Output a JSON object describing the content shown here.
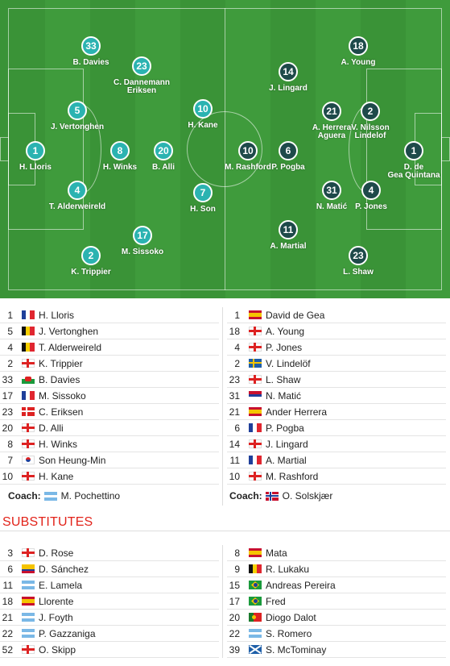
{
  "home": {
    "flag_note": "",
    "coach_label": "Coach:",
    "coach_name": "M. Pochettino",
    "coach_flag": "argentina",
    "players": [
      {
        "num": "1",
        "name": "H. Lloris",
        "flag": "france"
      },
      {
        "num": "5",
        "name": "J. Vertonghen",
        "flag": "belgium"
      },
      {
        "num": "4",
        "name": "T. Alderweireld",
        "flag": "belgium"
      },
      {
        "num": "2",
        "name": "K. Trippier",
        "flag": "england"
      },
      {
        "num": "33",
        "name": "B. Davies",
        "flag": "wales"
      },
      {
        "num": "17",
        "name": "M. Sissoko",
        "flag": "france"
      },
      {
        "num": "23",
        "name": "C. Eriksen",
        "flag": "denmark"
      },
      {
        "num": "20",
        "name": "D. Alli",
        "flag": "england"
      },
      {
        "num": "8",
        "name": "H. Winks",
        "flag": "england"
      },
      {
        "num": "7",
        "name": "Son Heung-Min",
        "flag": "korea"
      },
      {
        "num": "10",
        "name": "H. Kane",
        "flag": "england"
      }
    ],
    "subs": [
      {
        "num": "3",
        "name": "D. Rose",
        "flag": "england"
      },
      {
        "num": "6",
        "name": "D. Sánchez",
        "flag": "colombia"
      },
      {
        "num": "11",
        "name": "E. Lamela",
        "flag": "argentina"
      },
      {
        "num": "18",
        "name": "Llorente",
        "flag": "spain"
      },
      {
        "num": "21",
        "name": "J. Foyth",
        "flag": "argentina"
      },
      {
        "num": "22",
        "name": "P. Gazzaniga",
        "flag": "argentina"
      },
      {
        "num": "52",
        "name": "O. Skipp",
        "flag": "england"
      }
    ]
  },
  "away": {
    "coach_label": "Coach:",
    "coach_name": "O. Solskjær",
    "coach_flag": "norway",
    "players": [
      {
        "num": "1",
        "name": "David de Gea",
        "flag": "spain"
      },
      {
        "num": "18",
        "name": "A. Young",
        "flag": "england"
      },
      {
        "num": "4",
        "name": "P. Jones",
        "flag": "england"
      },
      {
        "num": "2",
        "name": "V. Lindelöf",
        "flag": "sweden"
      },
      {
        "num": "23",
        "name": "L. Shaw",
        "flag": "england"
      },
      {
        "num": "31",
        "name": "N. Matić",
        "flag": "serbia"
      },
      {
        "num": "21",
        "name": "Ander Herrera",
        "flag": "spain"
      },
      {
        "num": "6",
        "name": "P. Pogba",
        "flag": "france"
      },
      {
        "num": "14",
        "name": "J. Lingard",
        "flag": "england"
      },
      {
        "num": "11",
        "name": "A. Martial",
        "flag": "france"
      },
      {
        "num": "10",
        "name": "M. Rashford",
        "flag": "england"
      }
    ],
    "subs": [
      {
        "num": "8",
        "name": "Mata",
        "flag": "spain"
      },
      {
        "num": "9",
        "name": "R. Lukaku",
        "flag": "belgium"
      },
      {
        "num": "15",
        "name": "Andreas Pereira",
        "flag": "brazil"
      },
      {
        "num": "17",
        "name": "Fred",
        "flag": "brazil"
      },
      {
        "num": "20",
        "name": "Diogo Dalot",
        "flag": "portugal"
      },
      {
        "num": "22",
        "name": "S. Romero",
        "flag": "argentina"
      },
      {
        "num": "39",
        "name": "S. McTominay",
        "flag": "scotland"
      }
    ]
  },
  "pitch": {
    "home_players": [
      {
        "num": "33",
        "name": "B. Davies"
      },
      {
        "num": "23",
        "name": "C. Dannemann\nEriksen"
      },
      {
        "num": "5",
        "name": "J. Vertonghen"
      },
      {
        "num": "1",
        "name": "H. Lloris"
      },
      {
        "num": "8",
        "name": "H. Winks"
      },
      {
        "num": "20",
        "name": "B. Alli"
      },
      {
        "num": "10",
        "name": "H. Kane"
      },
      {
        "num": "4",
        "name": "T. Alderweireld"
      },
      {
        "num": "7",
        "name": "H. Son"
      },
      {
        "num": "17",
        "name": "M. Sissoko"
      },
      {
        "num": "2",
        "name": "K. Trippier"
      }
    ],
    "away_players": [
      {
        "num": "18",
        "name": "A. Young"
      },
      {
        "num": "14",
        "name": "J. Lingard"
      },
      {
        "num": "21",
        "name": "A. Herrera\nAguera"
      },
      {
        "num": "2",
        "name": "V. Nilsson\nLindelof"
      },
      {
        "num": "10",
        "name": "M. Rashford"
      },
      {
        "num": "6",
        "name": "P. Pogba"
      },
      {
        "num": "1",
        "name": "D. de\nGea Quintana"
      },
      {
        "num": "31",
        "name": "N. Matić"
      },
      {
        "num": "4",
        "name": "P. Jones"
      },
      {
        "num": "11",
        "name": "A. Martial"
      },
      {
        "num": "23",
        "name": "L. Shaw"
      }
    ]
  },
  "subs_heading": "SUBSTITUTES",
  "colors": {
    "pitch": "#3f9b3c",
    "home_circle": "#2bb3b1",
    "away_circle": "#1e4a4a",
    "subs_heading": "#e2231a"
  }
}
